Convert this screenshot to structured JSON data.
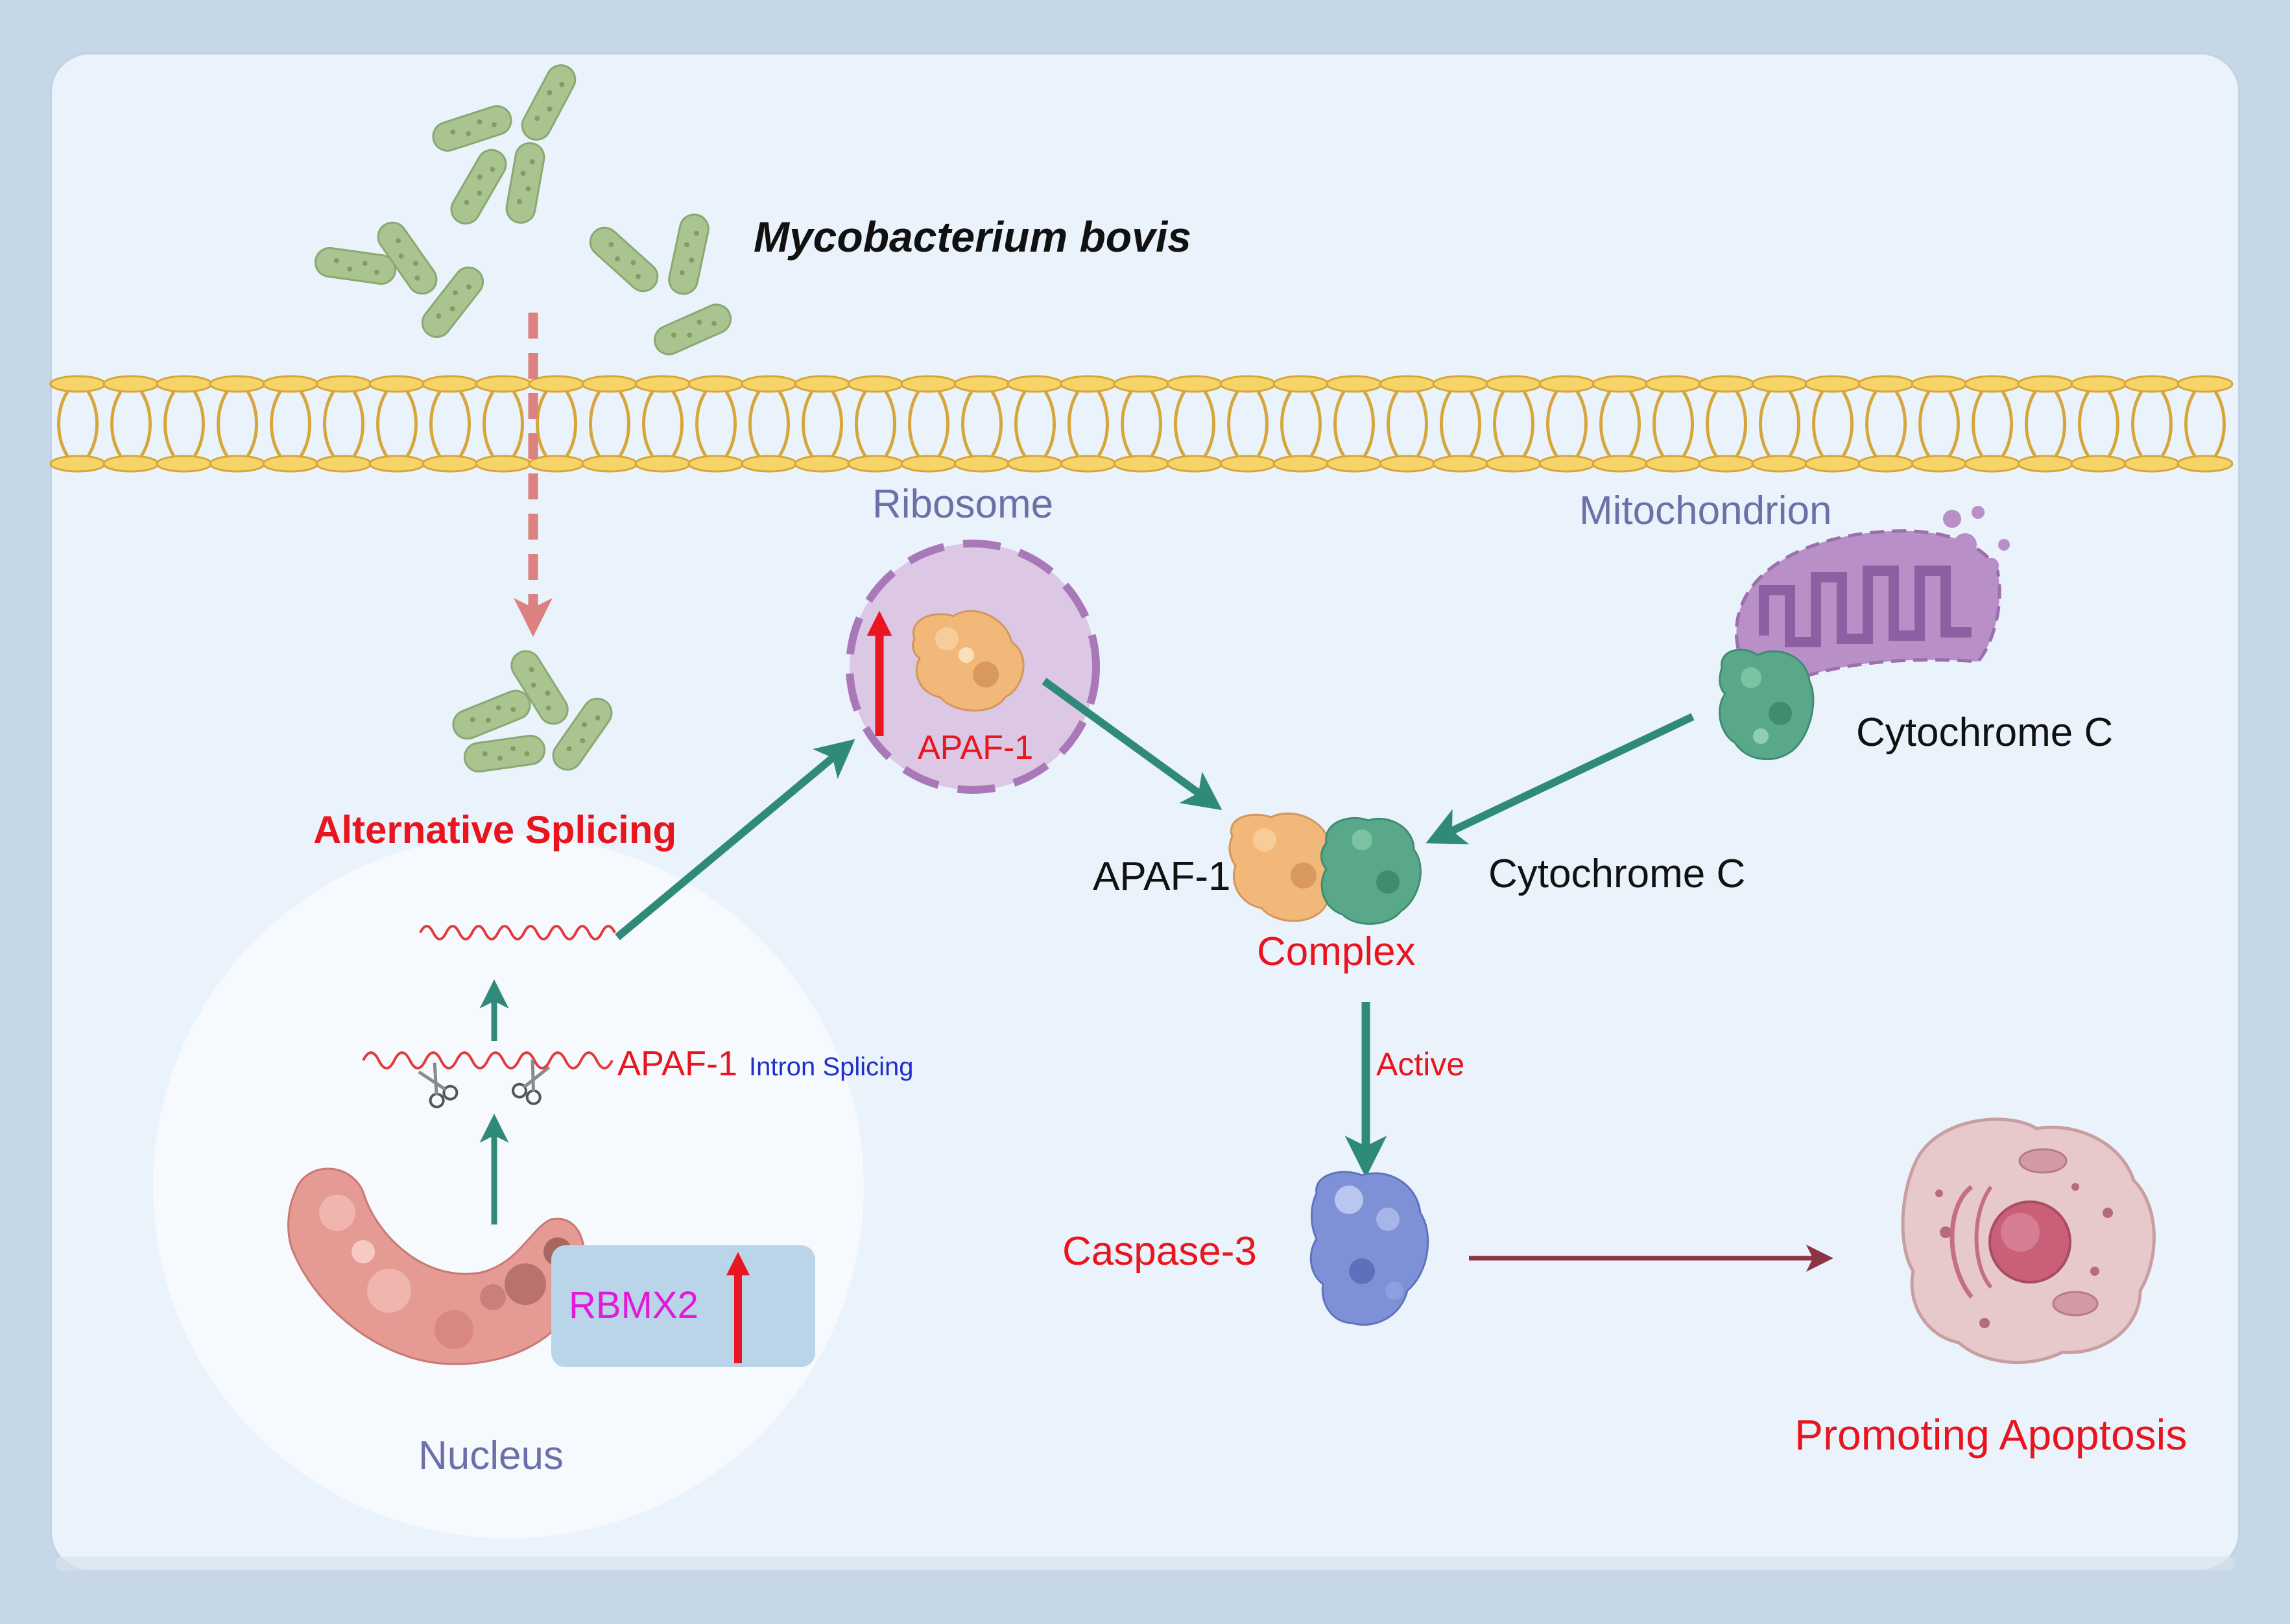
{
  "labels": {
    "pathogen": "Mycobacterium bovis",
    "alternative_splicing": "Alternative Splicing",
    "nucleus": "Nucleus",
    "rbmx2": "RBMX2",
    "apaf1_mrna": "APAF-1",
    "intron_splicing": "Intron Splicing",
    "ribosome": "Ribosome",
    "ribosome_apaf1": "APAF-1",
    "mitochondrion": "Mitochondrion",
    "cytochrome_c_mito": "Cytochrome C",
    "complex_apaf1": "APAF-1",
    "complex_cytochrome_c": "Cytochrome C",
    "complex": "Complex",
    "active": "Active",
    "caspase3": "Caspase-3",
    "promoting_apoptosis": "Promoting Apoptosis"
  },
  "colors": {
    "frame": "#c6d7e8",
    "panel": "#eaf3fb",
    "membrane_fill": "#f7d467",
    "membrane_stroke": "#d6a63a",
    "bacteria": "#a9c48f",
    "bacteria_dark": "#7f9e66",
    "arrow_teal": "#2f8a7a",
    "arrow_pink": "#dd8080",
    "arrow_maroon": "#8e3345",
    "up_arrow_red": "#ea1522",
    "label_red": "#e8141e",
    "label_blue": "#1f2fc8",
    "label_slate": "#6b70a8",
    "label_magenta": "#e01ad8",
    "apaf1_protein": "#f1b879",
    "cytochrome_protein": "#5aa88a",
    "caspase_protein": "#7f91d6",
    "rbmx2_protein": "#e59a93",
    "mito": "#b88fc6",
    "ribosome": "#dcc8e4",
    "cell": "#e7c9cb"
  },
  "icons": [
    "bacterium-icon",
    "membrane-icon",
    "scissors-icon",
    "mrna-icon",
    "protein-icon",
    "mitochondrion-icon",
    "apoptotic-cell-icon"
  ]
}
